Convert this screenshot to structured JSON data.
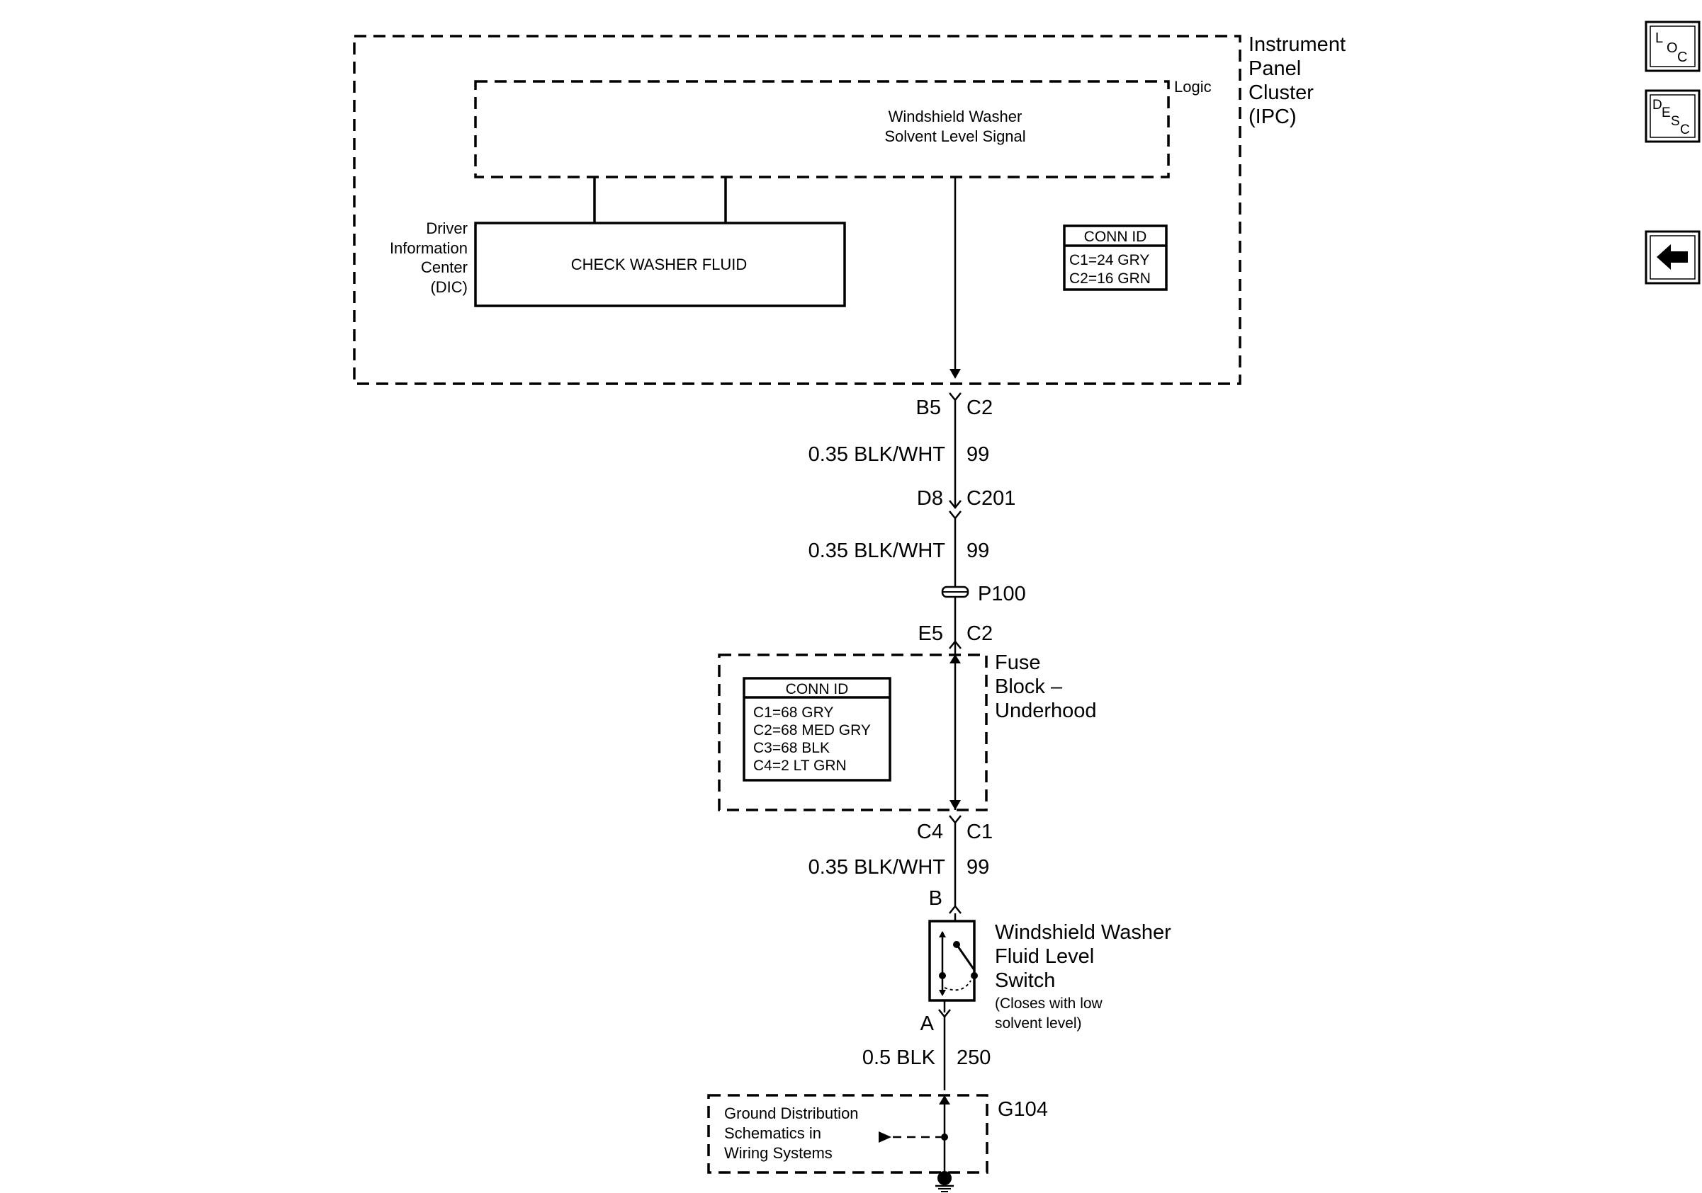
{
  "ipc": {
    "title_lines": [
      "Instrument",
      "Panel",
      "Cluster",
      "(IPC)"
    ],
    "logic_label": "Logic",
    "signal_lines": [
      "Windshield Washer",
      "Solvent Level Signal"
    ],
    "dic_label_lines": [
      "Driver",
      "Information",
      "Center",
      "(DIC)"
    ],
    "dic_message": "CHECK WASHER FLUID",
    "conn_id": {
      "header": "CONN ID",
      "rows": [
        "C1=24 GRY",
        "C2=16 GRN"
      ]
    }
  },
  "circuit": {
    "pin_b5": "B5",
    "conn_c2_top": "C2",
    "wire1_gauge": "0.35 BLK/WHT",
    "wire1_circuit": "99",
    "pin_d8": "D8",
    "conn_c201": "C201",
    "wire2_gauge": "0.35 BLK/WHT",
    "wire2_circuit": "99",
    "splice": "P100",
    "pin_e5": "E5",
    "conn_c2_fuse": "C2",
    "pin_c4": "C4",
    "conn_c1": "C1",
    "wire3_gauge": "0.35 BLK/WHT",
    "wire3_circuit": "99",
    "pin_b": "B",
    "pin_a": "A",
    "wire4_gauge": "0.5 BLK",
    "wire4_circuit": "250",
    "ground": "G104"
  },
  "fuse_block": {
    "title_lines": [
      "Fuse",
      "Block –",
      "Underhood"
    ],
    "conn_id": {
      "header": "CONN ID",
      "rows": [
        "C1=68 GRY",
        "C2=68 MED GRY",
        "C3=68 BLK",
        "C4=2 LT GRN"
      ]
    }
  },
  "switch": {
    "title_lines": [
      "Windshield Washer",
      "Fluid Level",
      "Switch"
    ],
    "note_lines": [
      "(Closes with low",
      "solvent level)"
    ]
  },
  "ground_ref": {
    "lines": [
      "Ground Distribution",
      "Schematics in",
      "Wiring Systems"
    ]
  },
  "nav": {
    "loc": {
      "l": "L",
      "o": "O",
      "c": "C"
    },
    "desc": {
      "d": "D",
      "e": "E",
      "s": "S",
      "c": "C"
    },
    "back_icon": "left-arrow-icon"
  }
}
